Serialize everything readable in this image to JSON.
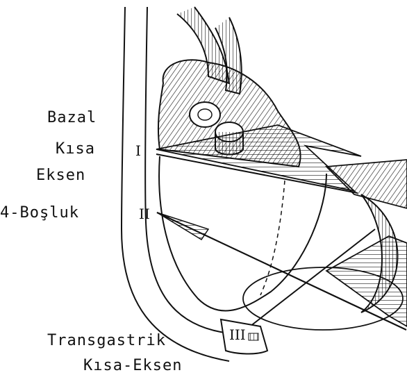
{
  "labels": {
    "basal": "Bazal",
    "short": "Kısa",
    "axis": "Eksen",
    "four_chamber": "4-Boşluk",
    "transgastric": "Transgastrik",
    "short_axis": "Kısa-Eksen"
  },
  "plane_markers": {
    "p1": "I",
    "p2": "II",
    "p3": "III"
  },
  "colors": {
    "ink": "#111111",
    "paper": "#ffffff"
  }
}
